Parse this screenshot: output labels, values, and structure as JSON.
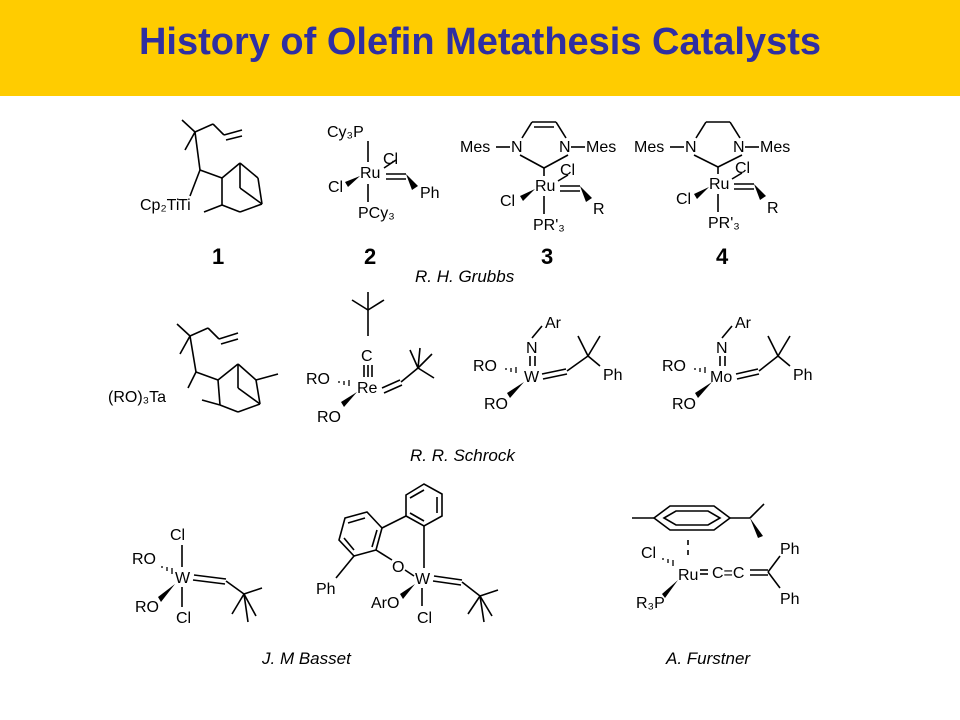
{
  "title": "History of Olefin Metathesis Catalysts",
  "labels": {
    "cp2ti": "Cp₂Ti",
    "cy3p": "Cy₃P",
    "ru": "Ru",
    "cl": "Cl",
    "ph": "Ph",
    "pcy3": "PCy₃",
    "mes": "Mes",
    "n": "N",
    "pr3p": "PR'₃",
    "r": "R",
    "ro3ta": "(RO)₃Ta",
    "c": "C",
    "re": "Re",
    "ro": "RO",
    "ar": "Ar",
    "w": "W",
    "mo": "Mo",
    "o": "O",
    "aro": "ArO",
    "r3p": "R₃P",
    "cc": "C=C"
  },
  "compounds": [
    "1",
    "2",
    "3",
    "4"
  ],
  "credits": {
    "grubbs": "R. H. Grubbs",
    "schrock": "R. R. Schrock",
    "basset": "J. M Basset",
    "furstner": "A. Furstner"
  },
  "colors": {
    "header_bg": "#ffcc00",
    "title_text": "#2f2fa2"
  }
}
